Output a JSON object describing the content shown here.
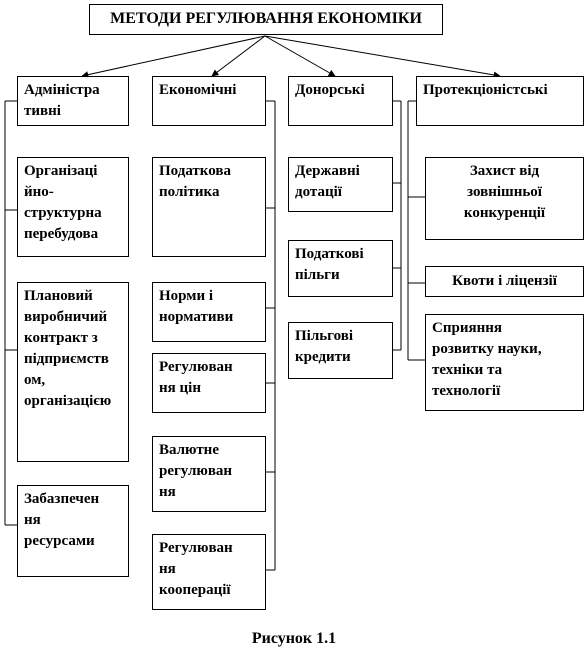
{
  "title": "МЕТОДИ РЕГУЛЮВАННЯ ЕКОНОМІКИ",
  "categories": {
    "admin": "Адміністра\nтивні",
    "econ": "Економічні",
    "donor": "Донорські",
    "protect": "Протекціоністські"
  },
  "admin_items": [
    "Організаці\nйно-\nструктурна\nперебудова",
    "Плановий\nвиробничий\nконтракт з\nпідприємств\nом,\nорганізацією",
    "Забазпечен\nня\nресурсами"
  ],
  "econ_items": [
    "Податкова\nполітика",
    "Норми і\nнормативи",
    "Регулюван\nня цін",
    "Валютне\nрегулюван\nня",
    "Регулюван\nня\nкооперації"
  ],
  "donor_items": [
    "Державні\nдотації",
    "Податкові\nпільги",
    "Пільгові\nкредити"
  ],
  "protect_items": [
    "Захист від\nзовнішньої\nконкуренції",
    "Квоти і ліцензії",
    "Сприяння\nрозвитку науки,\nтехніки та\nтехнології"
  ],
  "caption": "Рисунок 1.1"
}
